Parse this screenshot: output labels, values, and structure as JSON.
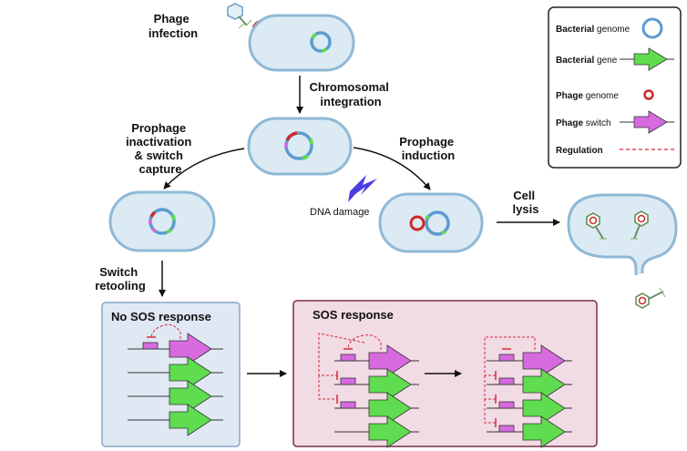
{
  "labels": {
    "phage_infection": [
      "Phage",
      "infection"
    ],
    "chromosomal_integration": [
      "Chromosomal",
      "integration"
    ],
    "prophage_inactivation": [
      "Prophage",
      "inactivation",
      "& switch",
      "capture"
    ],
    "prophage_induction": [
      "Prophage",
      "induction"
    ],
    "dna_damage": "DNA damage",
    "cell_lysis": [
      "Cell",
      "lysis"
    ],
    "switch_retooling": [
      "Switch",
      "retooling"
    ],
    "no_sos_response": "No SOS response",
    "sos_response": "SOS response"
  },
  "legend": {
    "items": [
      {
        "bold": "Bacterial",
        "rest": " genome"
      },
      {
        "bold": "Bacterial",
        "rest": " gene"
      },
      {
        "bold": "Phage",
        "rest": " genome"
      },
      {
        "bold": "Phage",
        "rest": " switch"
      },
      {
        "bold": "Regulation",
        "rest": ""
      }
    ]
  },
  "colors": {
    "cell_fill": "#dbeaf3",
    "cell_stroke": "#8fb9d6",
    "bacterial_genome": "#5b9bd0",
    "phage_genome": "#cc2a2a",
    "bacterial_gene": "#5fdc4f",
    "phage_switch": "#d86ae0",
    "regulation": "#d9283a",
    "no_sos_bg": "#dfe8f3",
    "no_sos_border": "#8aa6c6",
    "sos_bg": "#f1dbe4",
    "sos_border": "#7a2e46",
    "damage": "#4b3ee0"
  }
}
